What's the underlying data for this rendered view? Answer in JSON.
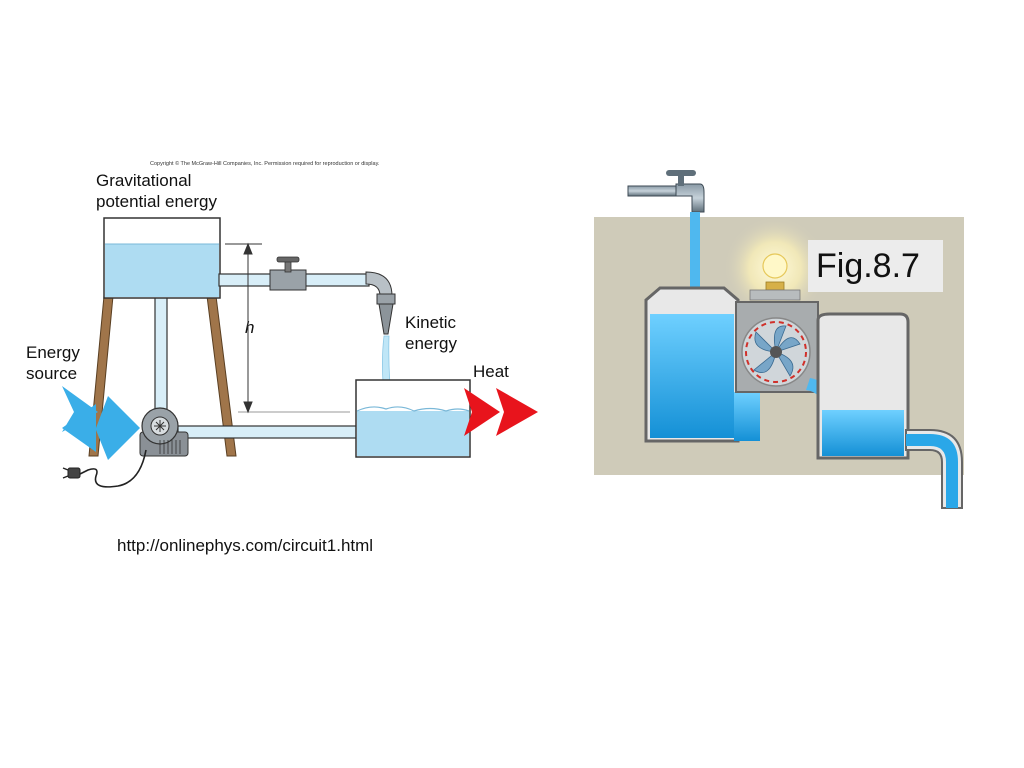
{
  "left_diagram": {
    "copyright": "Copyright © The McGraw-Hill Companies, Inc. Permission required for reproduction or display.",
    "label_gpe_line1": "Gravitational",
    "label_gpe_line2": "potential energy",
    "label_h": "h",
    "label_ke_line1": "Kinetic",
    "label_ke_line2": "energy",
    "label_energy_line1": "Energy",
    "label_energy_line2": "source",
    "label_heat": "Heat",
    "source_url": "http://onlinephys.com/circuit1.html"
  },
  "right_diagram": {
    "figure_label": "Fig.8.7"
  },
  "colors": {
    "water": "#aedcf2",
    "pipe": "#d8eef8",
    "arrow_blue": "#3aaee8",
    "arrow_red": "#e8141c",
    "leg": "#a0754a",
    "panel": "#cfcbb9",
    "water_deep": "#2aa7e8"
  }
}
